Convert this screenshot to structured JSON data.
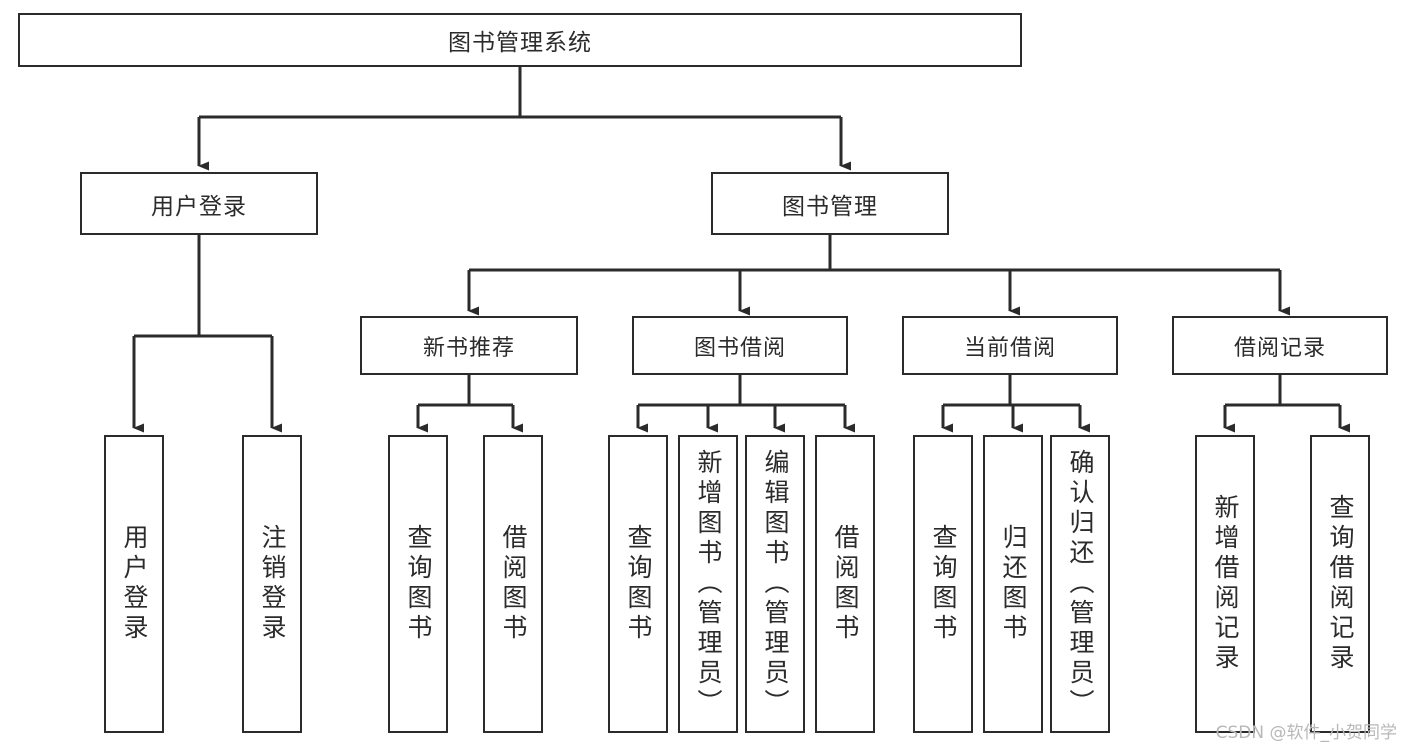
{
  "diagram": {
    "type": "tree",
    "title": "图书管理系统",
    "watermark": "CSDN @软件_小贺同学",
    "colors": {
      "border": "#2b2b2b",
      "background": "#ffffff",
      "text": "#2b2b2b",
      "watermark": "#b8b8b8"
    },
    "root": {
      "label": "图书管理系统"
    },
    "level2": [
      {
        "label": "用户登录"
      },
      {
        "label": "图书管理"
      }
    ],
    "level3": [
      {
        "label": "新书推荐"
      },
      {
        "label": "图书借阅"
      },
      {
        "label": "当前借阅"
      },
      {
        "label": "借阅记录"
      }
    ],
    "leaves": {
      "user_login": [
        {
          "label": "用户登录"
        },
        {
          "label": "注销登录"
        }
      ],
      "new_book": [
        {
          "label": "查询图书"
        },
        {
          "label": "借阅图书"
        }
      ],
      "book_borrow": [
        {
          "label": "查询图书"
        },
        {
          "label": "新增图书（管理员）"
        },
        {
          "label": "编辑图书（管理员）"
        },
        {
          "label": "借阅图书"
        }
      ],
      "current_borrow": [
        {
          "label": "查询图书"
        },
        {
          "label": "归还图书"
        },
        {
          "label": "确认归还（管理员）"
        }
      ],
      "borrow_record": [
        {
          "label": "新增借阅记录"
        },
        {
          "label": "查询借阅记录"
        }
      ]
    }
  }
}
